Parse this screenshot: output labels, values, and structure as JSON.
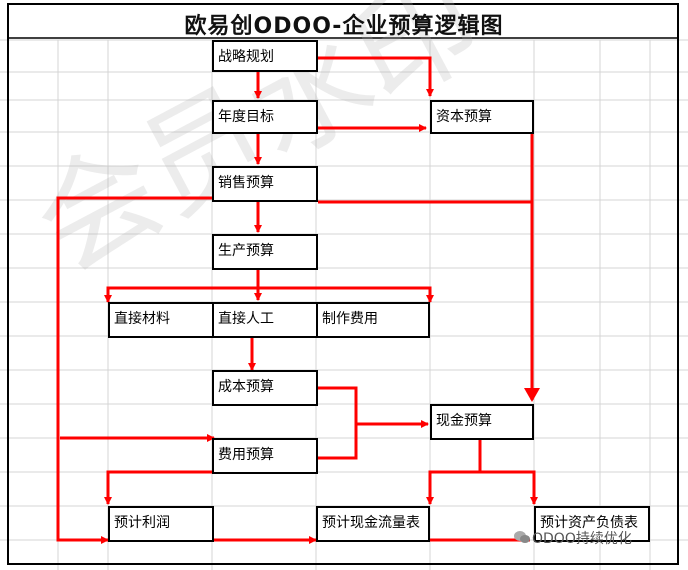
{
  "title": "欧易创ODOO-企业预算逻辑图",
  "boxes": {
    "strategy": "战略规划",
    "annual_target": "年度目标",
    "capital_budget": "资本预算",
    "sales_budget": "销售预算",
    "production_budget": "生产预算",
    "direct_material": "直接材料",
    "direct_labor": "直接人工",
    "manufacturing_cost": "制作费用",
    "cost_budget": "成本预算",
    "cash_budget": "现金预算",
    "expense_budget": "费用预算",
    "projected_profit": "预计利润",
    "projected_cashflow": "预计现金流量表",
    "projected_balance": "预计资产负债表"
  },
  "watermark": "ODOO持续优化",
  "colors": {
    "arrow": "#ff0000",
    "grid": "#d0d0d0",
    "box_border": "#000000"
  }
}
